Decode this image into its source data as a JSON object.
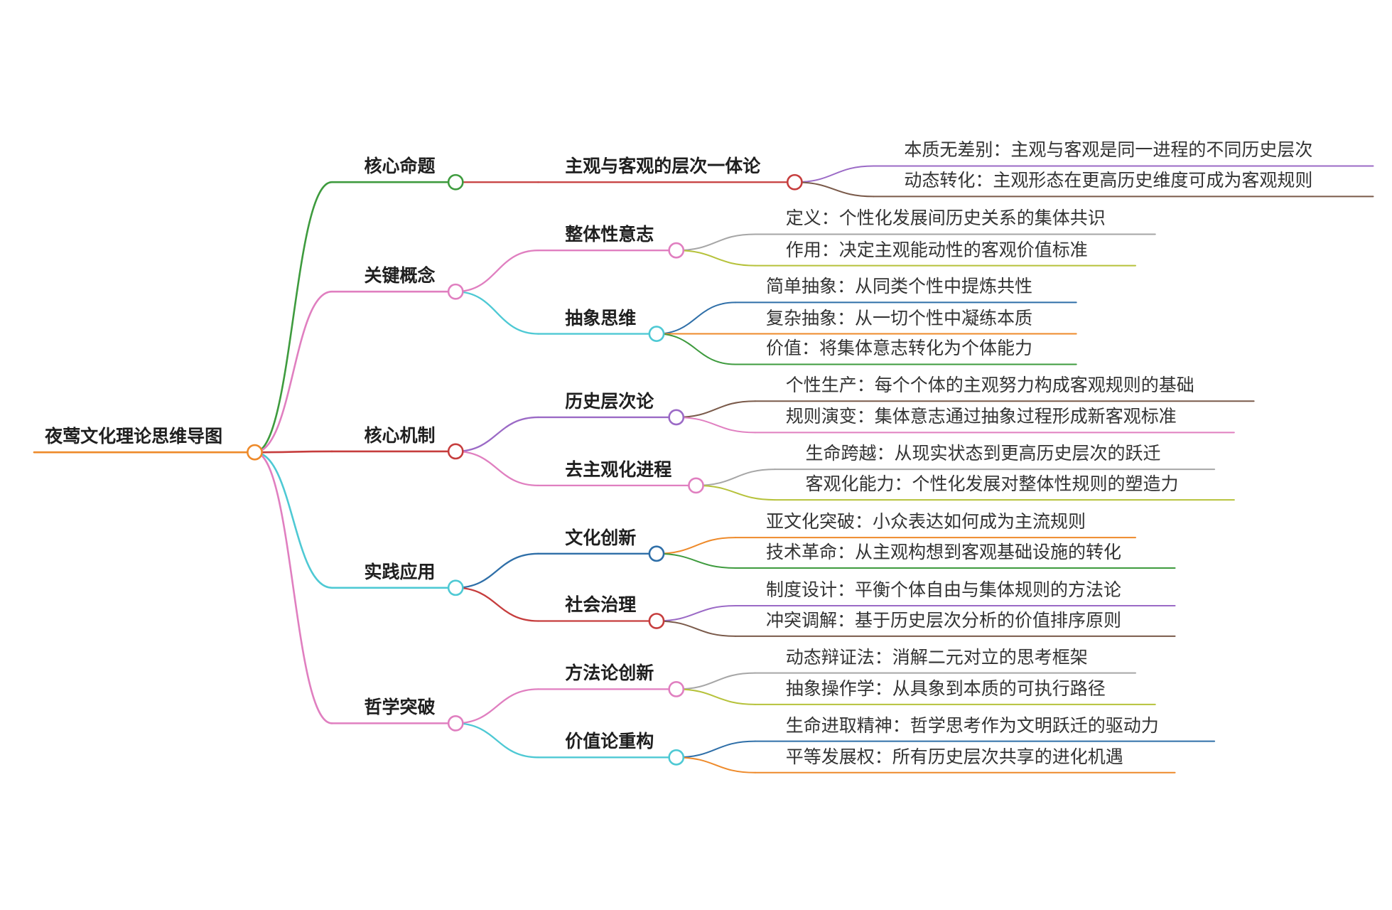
{
  "root": {
    "label": "夜莺文化理论思维导图",
    "color": "#ee8a2a",
    "children": [
      {
        "label": "核心命题",
        "color": "#3e9b3e",
        "children": [
          {
            "label": "主观与客观的层次一体论",
            "color": "#c63d3d",
            "children": [
              {
                "label": "本质无差别：主观与客观是同一进程的不同历史层次",
                "color": "#9b6ac6"
              },
              {
                "label": "动态转化：主观形态在更高历史维度可成为客观规则",
                "color": "#7a5a4a"
              }
            ]
          }
        ]
      },
      {
        "label": "关键概念",
        "color": "#e07fc0",
        "children": [
          {
            "label": "整体性意志",
            "color": "#e07fc0",
            "children": [
              {
                "label": "定义：个性化发展间历史关系的集体共识",
                "color": "#a6a6a6"
              },
              {
                "label": "作用：决定主观能动性的客观价值标准",
                "color": "#b6c23b"
              }
            ]
          },
          {
            "label": "抽象思维",
            "color": "#4ec9d4",
            "children": [
              {
                "label": "简单抽象：从同类个性中提炼共性",
                "color": "#2f6fa8"
              },
              {
                "label": "复杂抽象：从一切个性中凝练本质",
                "color": "#ee8a2a"
              },
              {
                "label": "价值：将集体意志转化为个体能力",
                "color": "#3e9b3e"
              }
            ]
          }
        ]
      },
      {
        "label": "核心机制",
        "color": "#c63d3d",
        "children": [
          {
            "label": "历史层次论",
            "color": "#9b6ac6",
            "children": [
              {
                "label": "个性生产：每个个体的主观努力构成客观规则的基础",
                "color": "#7a5a4a"
              },
              {
                "label": "规则演变：集体意志通过抽象过程形成新客观标准",
                "color": "#e07fc0"
              }
            ]
          },
          {
            "label": "去主观化进程",
            "color": "#e07fc0",
            "children": [
              {
                "label": "生命跨越：从现实状态到更高历史层次的跃迁",
                "color": "#a6a6a6"
              },
              {
                "label": "客观化能力：个性化发展对整体性规则的塑造力",
                "color": "#b6c23b"
              }
            ]
          }
        ]
      },
      {
        "label": "实践应用",
        "color": "#4ec9d4",
        "children": [
          {
            "label": "文化创新",
            "color": "#2f6fa8",
            "children": [
              {
                "label": "亚文化突破：小众表达如何成为主流规则",
                "color": "#ee8a2a"
              },
              {
                "label": "技术革命：从主观构想到客观基础设施的转化",
                "color": "#3e9b3e"
              }
            ]
          },
          {
            "label": "社会治理",
            "color": "#c63d3d",
            "children": [
              {
                "label": "制度设计：平衡个体自由与集体规则的方法论",
                "color": "#9b6ac6"
              },
              {
                "label": "冲突调解：基于历史层次分析的价值排序原则",
                "color": "#7a5a4a"
              }
            ]
          }
        ]
      },
      {
        "label": "哲学突破",
        "color": "#e07fc0",
        "children": [
          {
            "label": "方法论创新",
            "color": "#e07fc0",
            "children": [
              {
                "label": "动态辩证法：消解二元对立的思考框架",
                "color": "#a6a6a6"
              },
              {
                "label": "抽象操作学：从具象到本质的可执行路径",
                "color": "#b6c23b"
              }
            ]
          },
          {
            "label": "价值论重构",
            "color": "#4ec9d4",
            "children": [
              {
                "label": "生命进取精神：哲学思考作为文明跃迁的驱动力",
                "color": "#2f6fa8"
              },
              {
                "label": "平等发展权：所有历史层次共享的进化机遇",
                "color": "#ee8a2a"
              }
            ]
          }
        ]
      }
    ]
  }
}
